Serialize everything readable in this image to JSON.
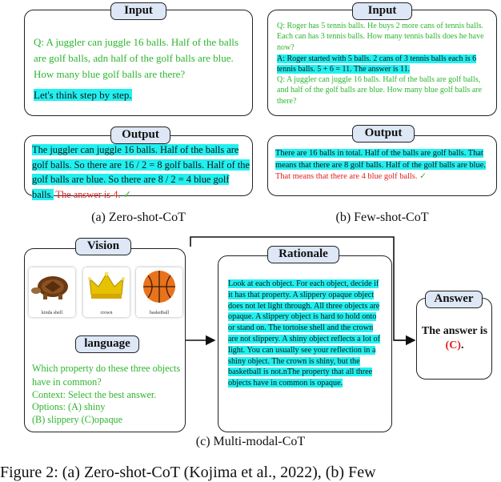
{
  "zero_shot": {
    "input_tag": "Input",
    "question": "Q: A juggler can juggle 16 balls. Half of the balls are golf balls, adn half of the golf balls are blue. How many blue golf balls are there?",
    "prompt": "Let's think step by step.",
    "output_tag": "Output",
    "answer_text": "The juggler can juggle 16 balls. Half of the balls are golf balls. So there are 16 / 2 = 8 golf balls. Half of the golf balls are blue. So there are 8 / 2 = 4 blue golf balls.",
    "answer_final": "The answer is 4.",
    "check": "✓",
    "caption": "(a) Zero-shot-CoT"
  },
  "few_shot": {
    "input_tag": "Input",
    "example_q": "Q: Roger has 5 tennis balls. He buys 2 more cans of  tennis balls. Each can has 3 tennis balls. How many tennis balls does he have now?",
    "example_a": "A: Roger started with 5 balls. 2 cans of 3 tennis balls each is 6 tennis balls. 5 + 6 = 11. The answer is 11.",
    "question": "Q: A juggler can juggle 16 balls. Half of the balls are golf balls, and half of the golf balls are blue. How many blue golf balls are there?",
    "output_tag": "Output",
    "answer_text": "There are 16 balls in total. Half of the balls are golf balls. That means that there are 8 golf balls. Half of the golf balls are blue.",
    "answer_final": "That means that there are 4 blue golf balls.",
    "check": "✓",
    "caption": "(b) Few-shot-CoT"
  },
  "multimodal": {
    "vision_tag": "Vision",
    "images": [
      {
        "label": "kinda shell",
        "icon": "tortoise-icon"
      },
      {
        "label": "crown",
        "icon": "crown-icon"
      },
      {
        "label": "basketball",
        "icon": "basketball-icon"
      }
    ],
    "language_tag": "language",
    "language_text": "Which property do these three objects have in common?",
    "context": "Context: Select the best answer.",
    "options_1": "Options: (A) shiny",
    "options_2": "(B) slippery  (C)opaque",
    "rationale_tag": "Rationale",
    "rationale_text": "Look at each object. For each object, decide if it has that property. A slippery opaque object does not let light through. All three objects are opaque. A slippery object is hard to hold onto or stand on. The tortoise shell and the crown are not slippery. A shiny object reflects a lot of light. You can usually see your reflection in a shiny object. The crown is shiny, but the basketball is not.nThe property that all three objects have in common is opaque.",
    "answer_tag": "Answer",
    "answer_prefix": "The answer is",
    "answer_choice": "(C)",
    "answer_suffix": ".",
    "caption": "(c) Multi-modal-CoT"
  },
  "figure_caption": "Figure 2: (a) Zero-shot-CoT (Kojima et al., 2022), (b) Few"
}
